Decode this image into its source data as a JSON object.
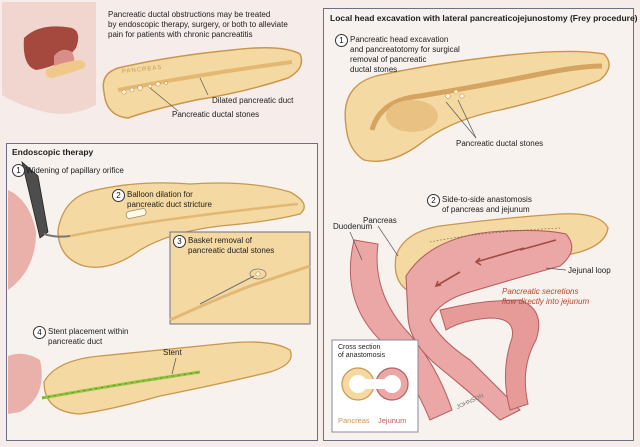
{
  "intro": {
    "caption": [
      "Pancreatic ductal obstructions may be treated",
      "by endoscopic therapy, surgery, or both to alleviate",
      "pain for patients with chronic pancreatitis"
    ],
    "organ_label": "PANCREAS",
    "dilated_duct": "Dilated pancreatic duct",
    "ductal_stones": "Pancreatic ductal stones"
  },
  "endoscopic": {
    "title": "Endoscopic therapy",
    "steps": [
      {
        "num": "1",
        "lines": [
          "Widening of papillary orifice"
        ]
      },
      {
        "num": "2",
        "lines": [
          "Balloon dilation for",
          "pancreatic duct stricture"
        ]
      },
      {
        "num": "3",
        "lines": [
          "Basket removal of",
          "pancreatic ductal stones"
        ]
      },
      {
        "num": "4",
        "lines": [
          "Stent placement within",
          "pancreatic duct"
        ]
      }
    ],
    "stent_label": "Stent"
  },
  "frey": {
    "title": "Local head excavation with lateral pancreaticojejunostomy (Frey procedure)",
    "step1": {
      "num": "1",
      "lines": [
        "Pancreatic head excavation",
        "and pancreatotomy for surgical",
        "removal of pancreatic",
        "ductal stones"
      ]
    },
    "stones_label": "Pancreatic ductal stones",
    "step2": {
      "num": "2",
      "lines": [
        "Side-to-side anastomosis",
        "of pancreas and jejunum"
      ]
    },
    "pancreas_label": "Pancreas",
    "duodenum_label": "Duodenum",
    "jejunal_loop_label": "Jejunal loop",
    "secretions_note": [
      "Pancreatic secretions",
      "flow directly into jejunum"
    ],
    "cross_section": {
      "title": [
        "Cross section",
        "of anastomosis"
      ],
      "pancreas": "Pancreas",
      "jejunum": "Jejunum"
    },
    "signature": "JOHNSON"
  },
  "colors": {
    "panel_border": "#6e6e88",
    "pancreas_fill": "#f5d9a2",
    "pancreas_edge": "#c9974c",
    "jejunum_fill": "#eba7a5",
    "jejunum_edge": "#b75e60",
    "secretion_text": "#b8452f",
    "stent": "#8fc23e"
  }
}
